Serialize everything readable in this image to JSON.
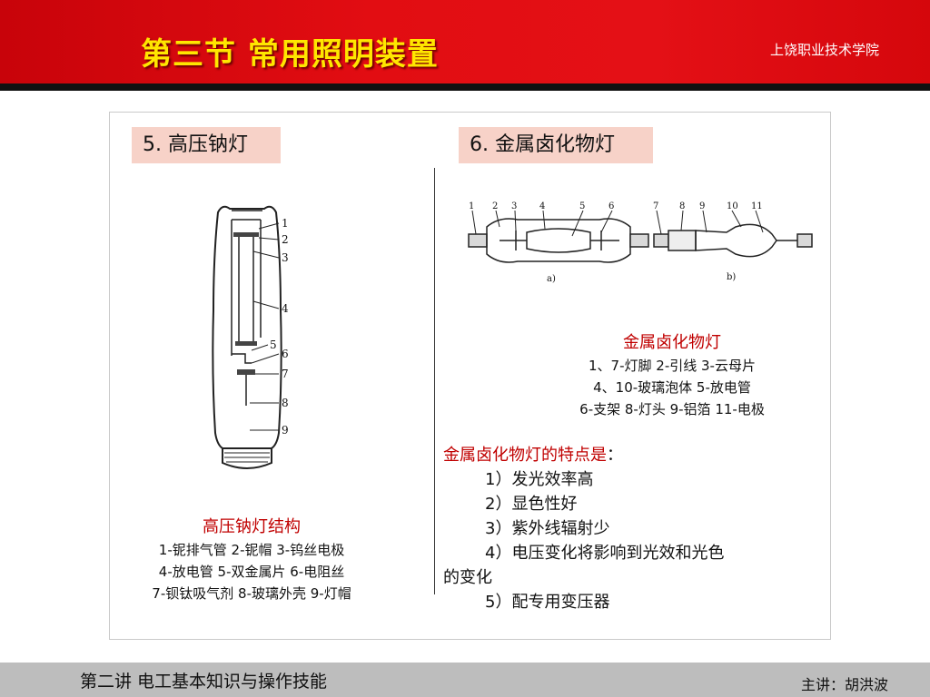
{
  "header": {
    "title": "第三节  常用照明装置",
    "org": "上饶职业技术学院"
  },
  "left": {
    "tag": "5. 高压钠灯",
    "caption_title": "高压钠灯结构",
    "caption_lines": [
      "1-铌排气管 2-铌帽 3-钨丝电极",
      "4-放电管 5-双金属片 6-电阻丝",
      "7-钡钛吸气剂 8-玻璃外壳 9-灯帽"
    ],
    "figure_labels": [
      "1",
      "2",
      "3",
      "4",
      "5",
      "6",
      "7",
      "8",
      "9"
    ]
  },
  "right": {
    "tag": "6. 金属卤化物灯",
    "figure_labels": [
      "1",
      "2",
      "3",
      "4",
      "5",
      "6",
      "7",
      "8",
      "9",
      "10",
      "11"
    ],
    "sub_a": "a)",
    "sub_b": "b)",
    "caption_title": "金属卤化物灯",
    "caption_lines": [
      "1、7-灯脚 2-引线 3-云母片",
      "4、10-玻璃泡体 5-放电管",
      "6-支架 8-灯头 9-铝箔 11-电极"
    ],
    "features_title": "金属卤化物灯的特点是",
    "features_colon": "：",
    "features": [
      "1）发光效率高",
      "2）显色性好",
      "3）紫外线辐射少",
      "4）电压变化将影响到光效和光色",
      "5）配专用变压器"
    ],
    "feature_continuation": "的变化"
  },
  "footer": {
    "left": "第二讲  电工基本知识与操作技能",
    "right": "主讲：胡洪波"
  }
}
